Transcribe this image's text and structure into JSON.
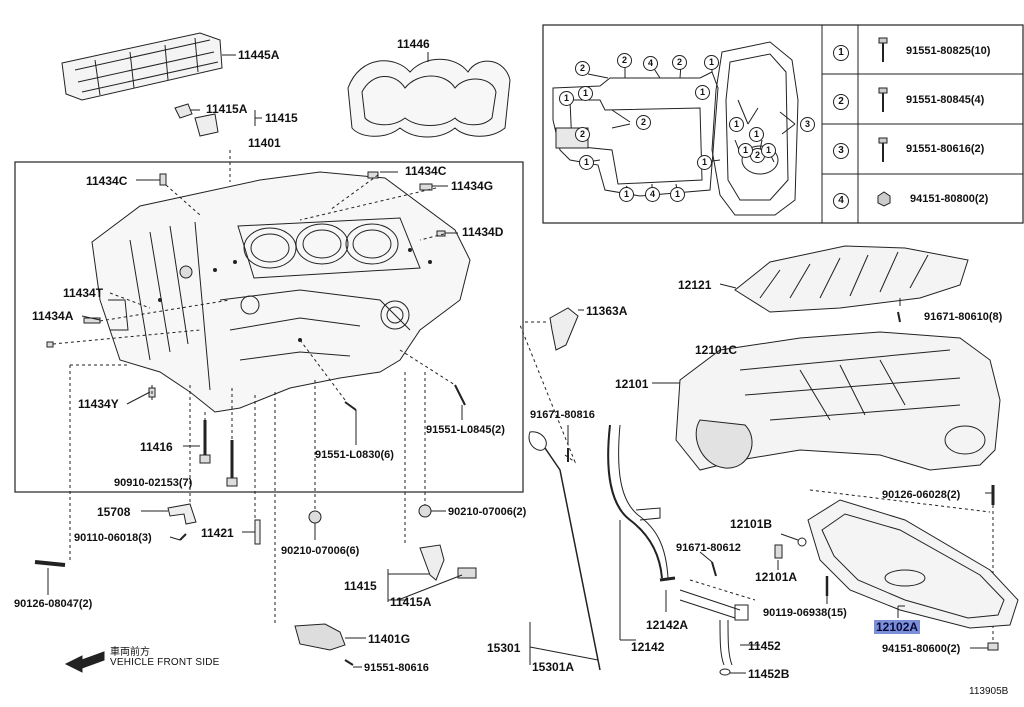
{
  "diagram_id": "113905B",
  "front_indicator": {
    "jp": "車両前方",
    "en": "VEHICLE FRONT SIDE"
  },
  "colors": {
    "highlight": "#7b8fd9",
    "line": "#222222"
  },
  "labels": {
    "p11445A": "11445A",
    "p11446": "11446",
    "p11415A_top": "11415A",
    "p11415_top": "11415",
    "p11401": "11401",
    "p11434C_left": "11434C",
    "p11434C_right": "11434C",
    "p11434G": "11434G",
    "p11434D": "11434D",
    "p11434T": "11434T",
    "p11434A": "11434A",
    "p11434Y": "11434Y",
    "p11416": "11416",
    "p90910_02153": "90910-02153(7)",
    "p15708": "15708",
    "p90110_06018": "90110-06018(3)",
    "p11421": "11421",
    "p90126_08047": "90126-08047(2)",
    "p90210_07006_6": "90210-07006(6)",
    "p91551_L0830": "91551-L0830(6)",
    "p91551_L0845": "91551-L0845(2)",
    "p90210_07006_2": "90210-07006(2)",
    "p11415_bot": "11415",
    "p11415A_bot": "11415A",
    "p11401G": "11401G",
    "p91551_80616": "91551-80616",
    "p11363A": "11363A",
    "p91671_80816": "91671-80816",
    "p15301": "15301",
    "p15301A": "15301A",
    "p12121": "12121",
    "p91671_80610": "91671-80610(8)",
    "p12101C": "12101C",
    "p12101": "12101",
    "p12101B": "12101B",
    "p91671_80612": "91671-80612",
    "p12101A": "12101A",
    "p90126_06028": "90126-06028(2)",
    "p90119_06938": "90119-06938(15)",
    "p12102A": "12102A",
    "p94151_80600": "94151-80600(2)",
    "p12142A": "12142A",
    "p12142": "12142",
    "p11452": "11452",
    "p11452B": "11452B"
  },
  "legend": [
    {
      "index": "1",
      "part": "91551-80825(10)"
    },
    {
      "index": "2",
      "part": "91551-80845(4)"
    },
    {
      "index": "3",
      "part": "91551-80616(2)"
    },
    {
      "index": "4",
      "part": "94151-80800(2)"
    }
  ],
  "inset_callouts": [
    "2",
    "2",
    "4",
    "2",
    "1",
    "1",
    "1",
    "2",
    "2",
    "3",
    "1",
    "1",
    "1",
    "1",
    "2",
    "1",
    "1",
    "4",
    "1",
    "1",
    "1"
  ]
}
